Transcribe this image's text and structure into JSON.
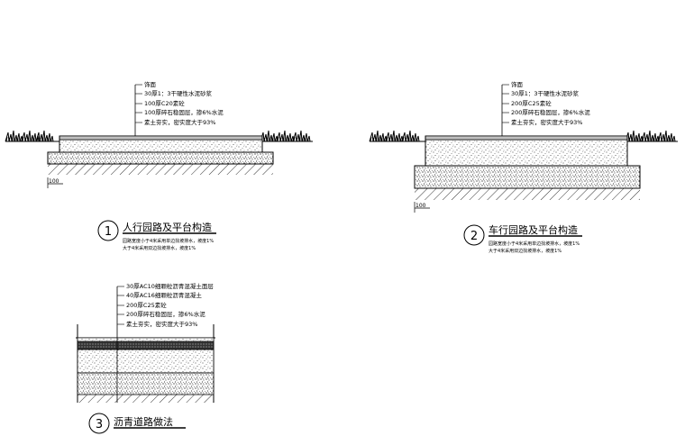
{
  "details": [
    {
      "number": "1",
      "title": "人行园路及平台构造",
      "notes": [
        "园路宽度小于4米采用单边找坡排水，坡度1%",
        "大于4米采用双边找坡排水，坡度1%"
      ],
      "dimension": "100",
      "layers": [
        "饰面",
        "30厚1：3干硬性水泥砂浆",
        "100厚C20素砼",
        "100厚碎石稳固层，掺6%水泥",
        "素土夯实，密实度大于93%"
      ]
    },
    {
      "number": "2",
      "title": "车行园路及平台构造",
      "notes": [
        "园路宽度小于4米采用单边找坡排水，坡度1%",
        "大于4米采用双边找坡排水，坡度1%"
      ],
      "dimension": "100",
      "layers": [
        "饰面",
        "30厚1：3干硬性水泥砂浆",
        "200厚C25素砼",
        "200厚碎石稳固层，掺6%水泥",
        "素土夯实，密实度大于93%"
      ]
    },
    {
      "number": "3",
      "title": "沥青道路做法",
      "layers": [
        "30厚AC10细颗粒沥青混凝土面层",
        "40厚AC16细颗粒沥青混凝土",
        "200厚C25素砼",
        "200厚碎石稳固层，掺6%水泥",
        "素土夯实，密实度大于93%"
      ]
    }
  ]
}
